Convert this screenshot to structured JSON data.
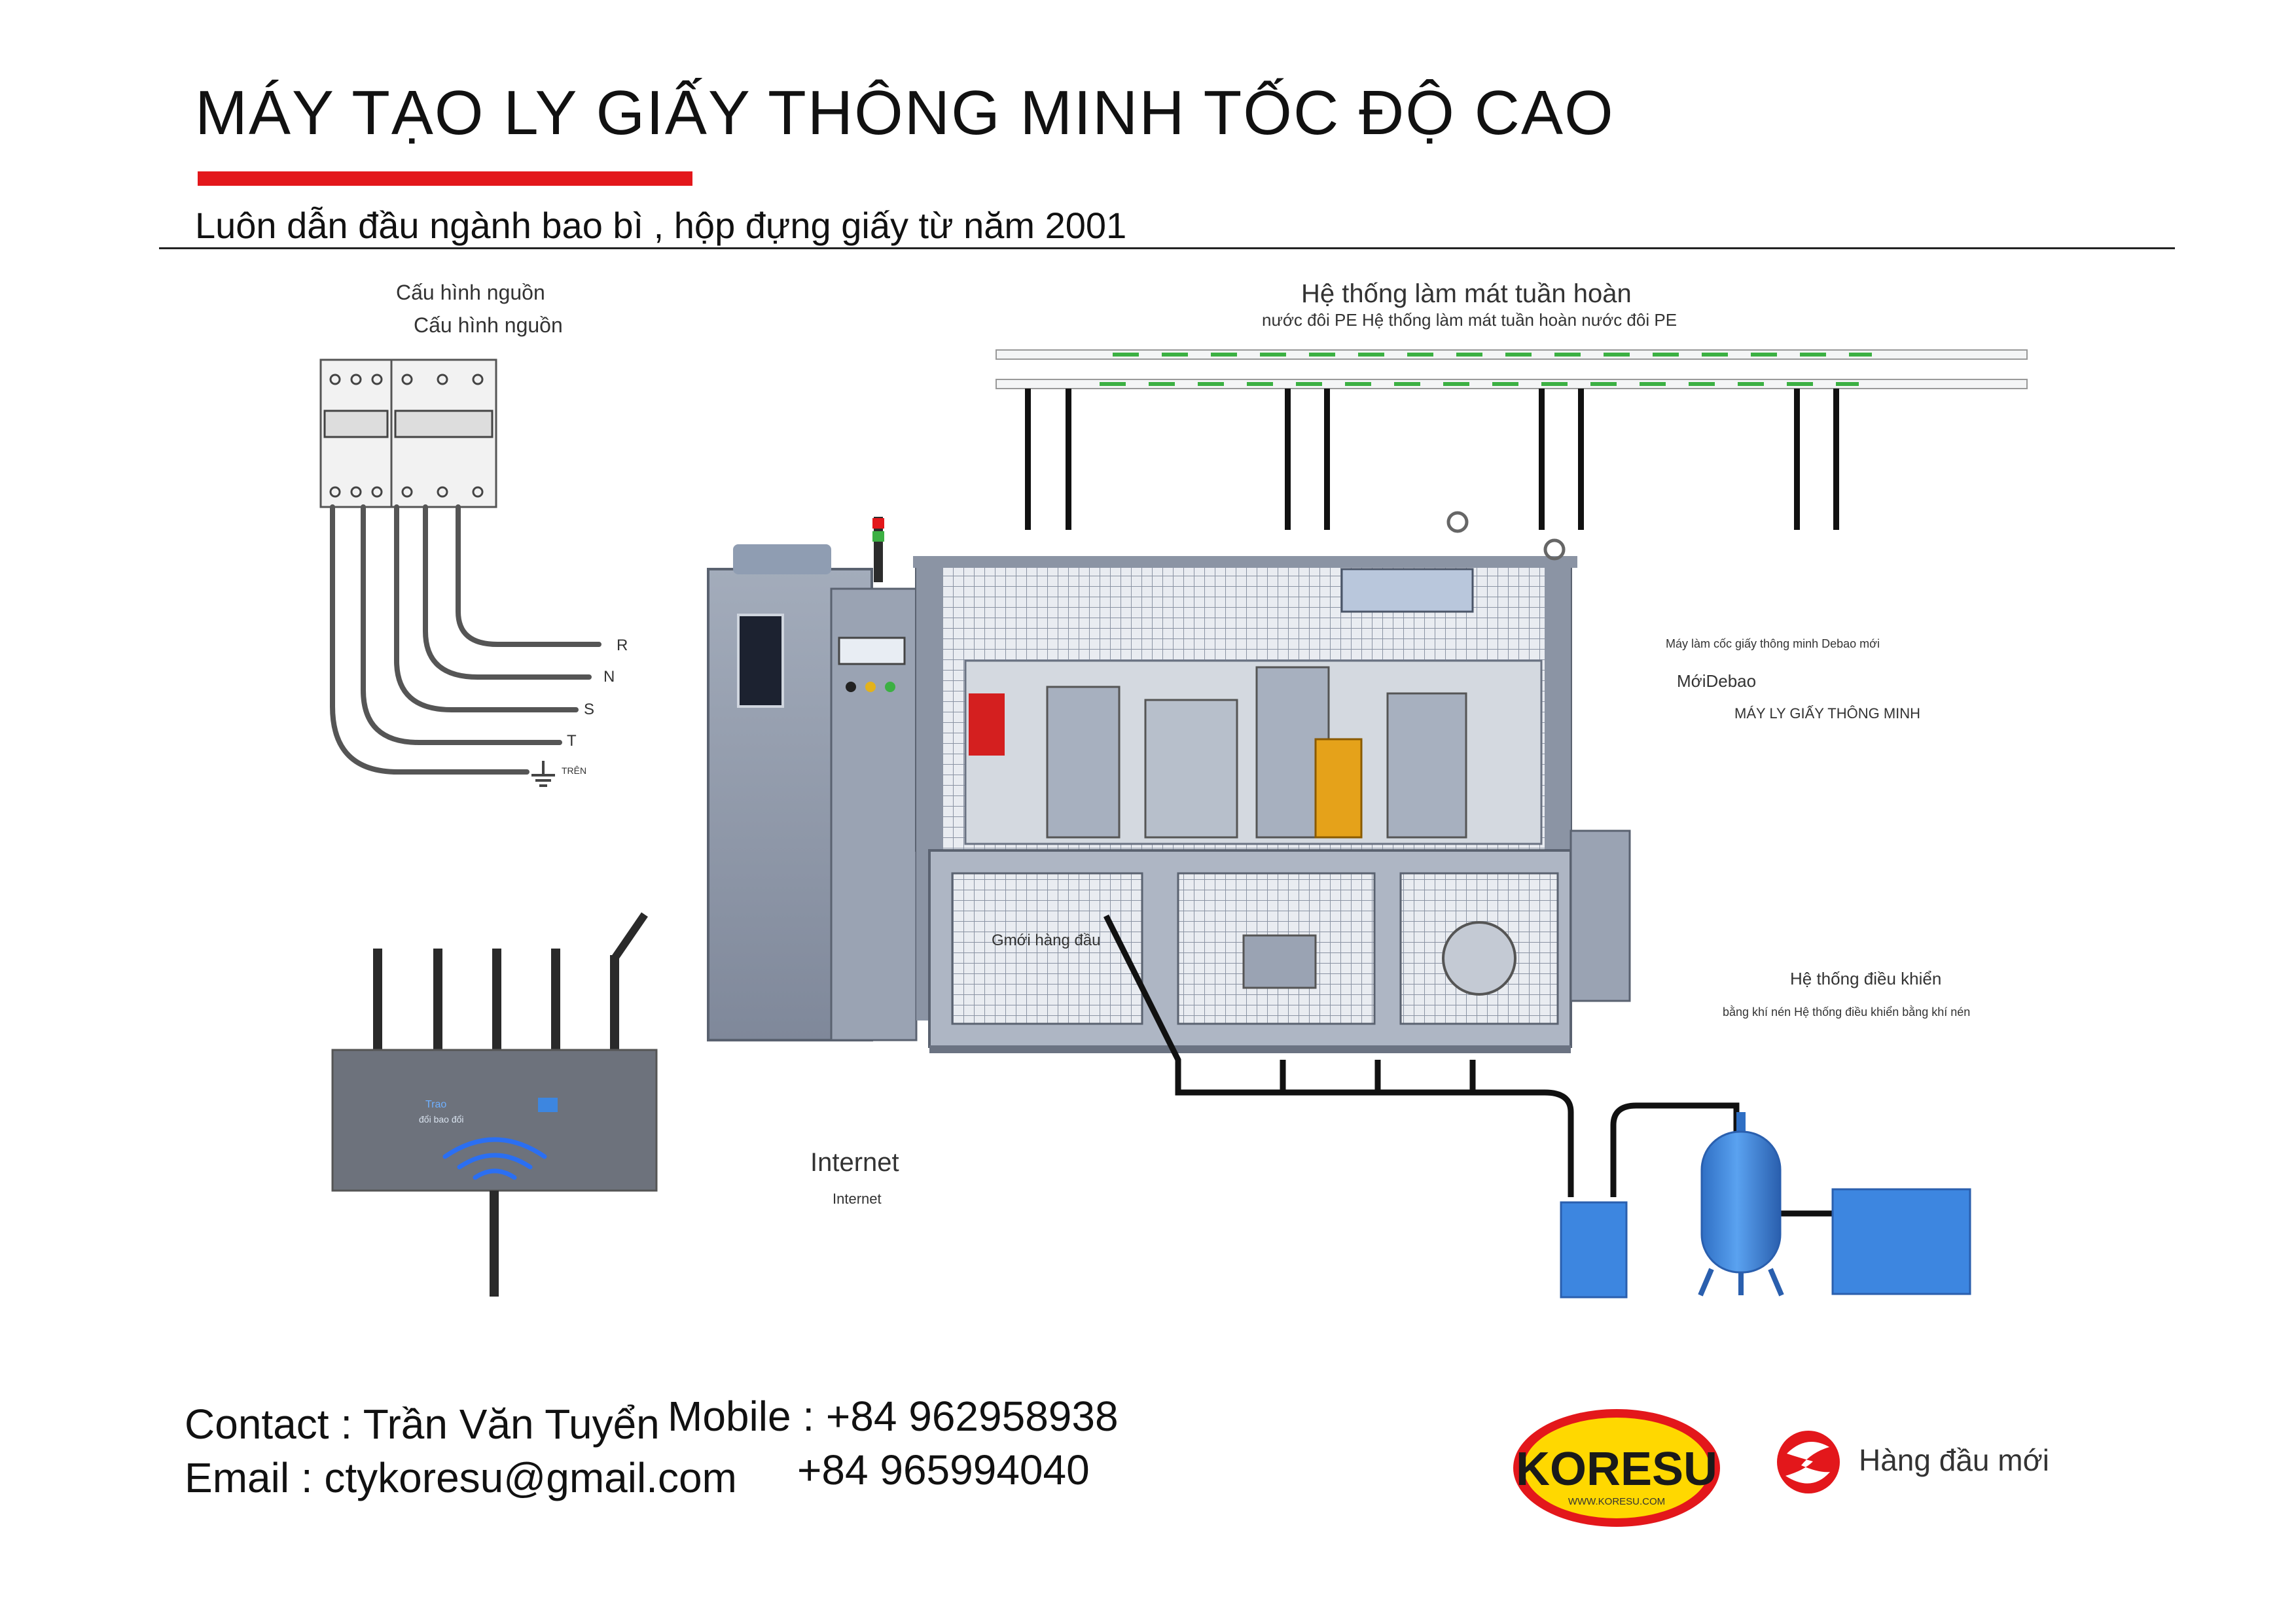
{
  "header": {
    "title": "MÁY TẠO LY GIẤY THÔNG MINH TỐC ĐỘ CAO",
    "subtitle": "Luôn dẫn đầu ngành bao bì , hộp đựng giấy từ năm 2001"
  },
  "power": {
    "title": "Cấu hình nguồn",
    "subtitle": "Cấu hình nguồn",
    "wires": [
      "R",
      "N",
      "S",
      "T"
    ],
    "ground_label": "TRÊN"
  },
  "cooling": {
    "title": "Hệ thống làm mát tuần hoàn",
    "subtitle": "nước đôi PE Hệ thống làm mát tuần hoàn nước đôi PE"
  },
  "machine": {
    "caption": "Máy làm cốc giấy thông minh Debao mới",
    "brand": "MớiDebao",
    "name": "MÁY LY GIẤY THÔNG MINH",
    "panel_label": "Gmới hàng đầu"
  },
  "control": {
    "title": "Hệ thống điều khiển",
    "subtitle": "bằng khí nén Hệ thống điều khiển bằng khí nén"
  },
  "router": {
    "label_line1": "Trao",
    "label_line2": "đổi bao đổi"
  },
  "internet": {
    "title": "Internet",
    "subtitle": "Internet"
  },
  "contact": {
    "name_line": "Contact : Trần Văn Tuyển",
    "email_line": "Email : ctykoresu@gmail.com",
    "mobile_line1": "Mobile : +84 962958938",
    "mobile_line2": "+84 965994040"
  },
  "logos": {
    "koresu_text": "KORESU",
    "koresu_url": "WWW.KORESU.COM",
    "partner_text": "Hàng đầu mới"
  },
  "colors": {
    "accent_red": "#e3171b",
    "tank_blue": "#3d86e0",
    "machine_gray": "#8d97a8",
    "pipe_green": "#3cb043",
    "koresu_yellow": "#ffd800"
  }
}
